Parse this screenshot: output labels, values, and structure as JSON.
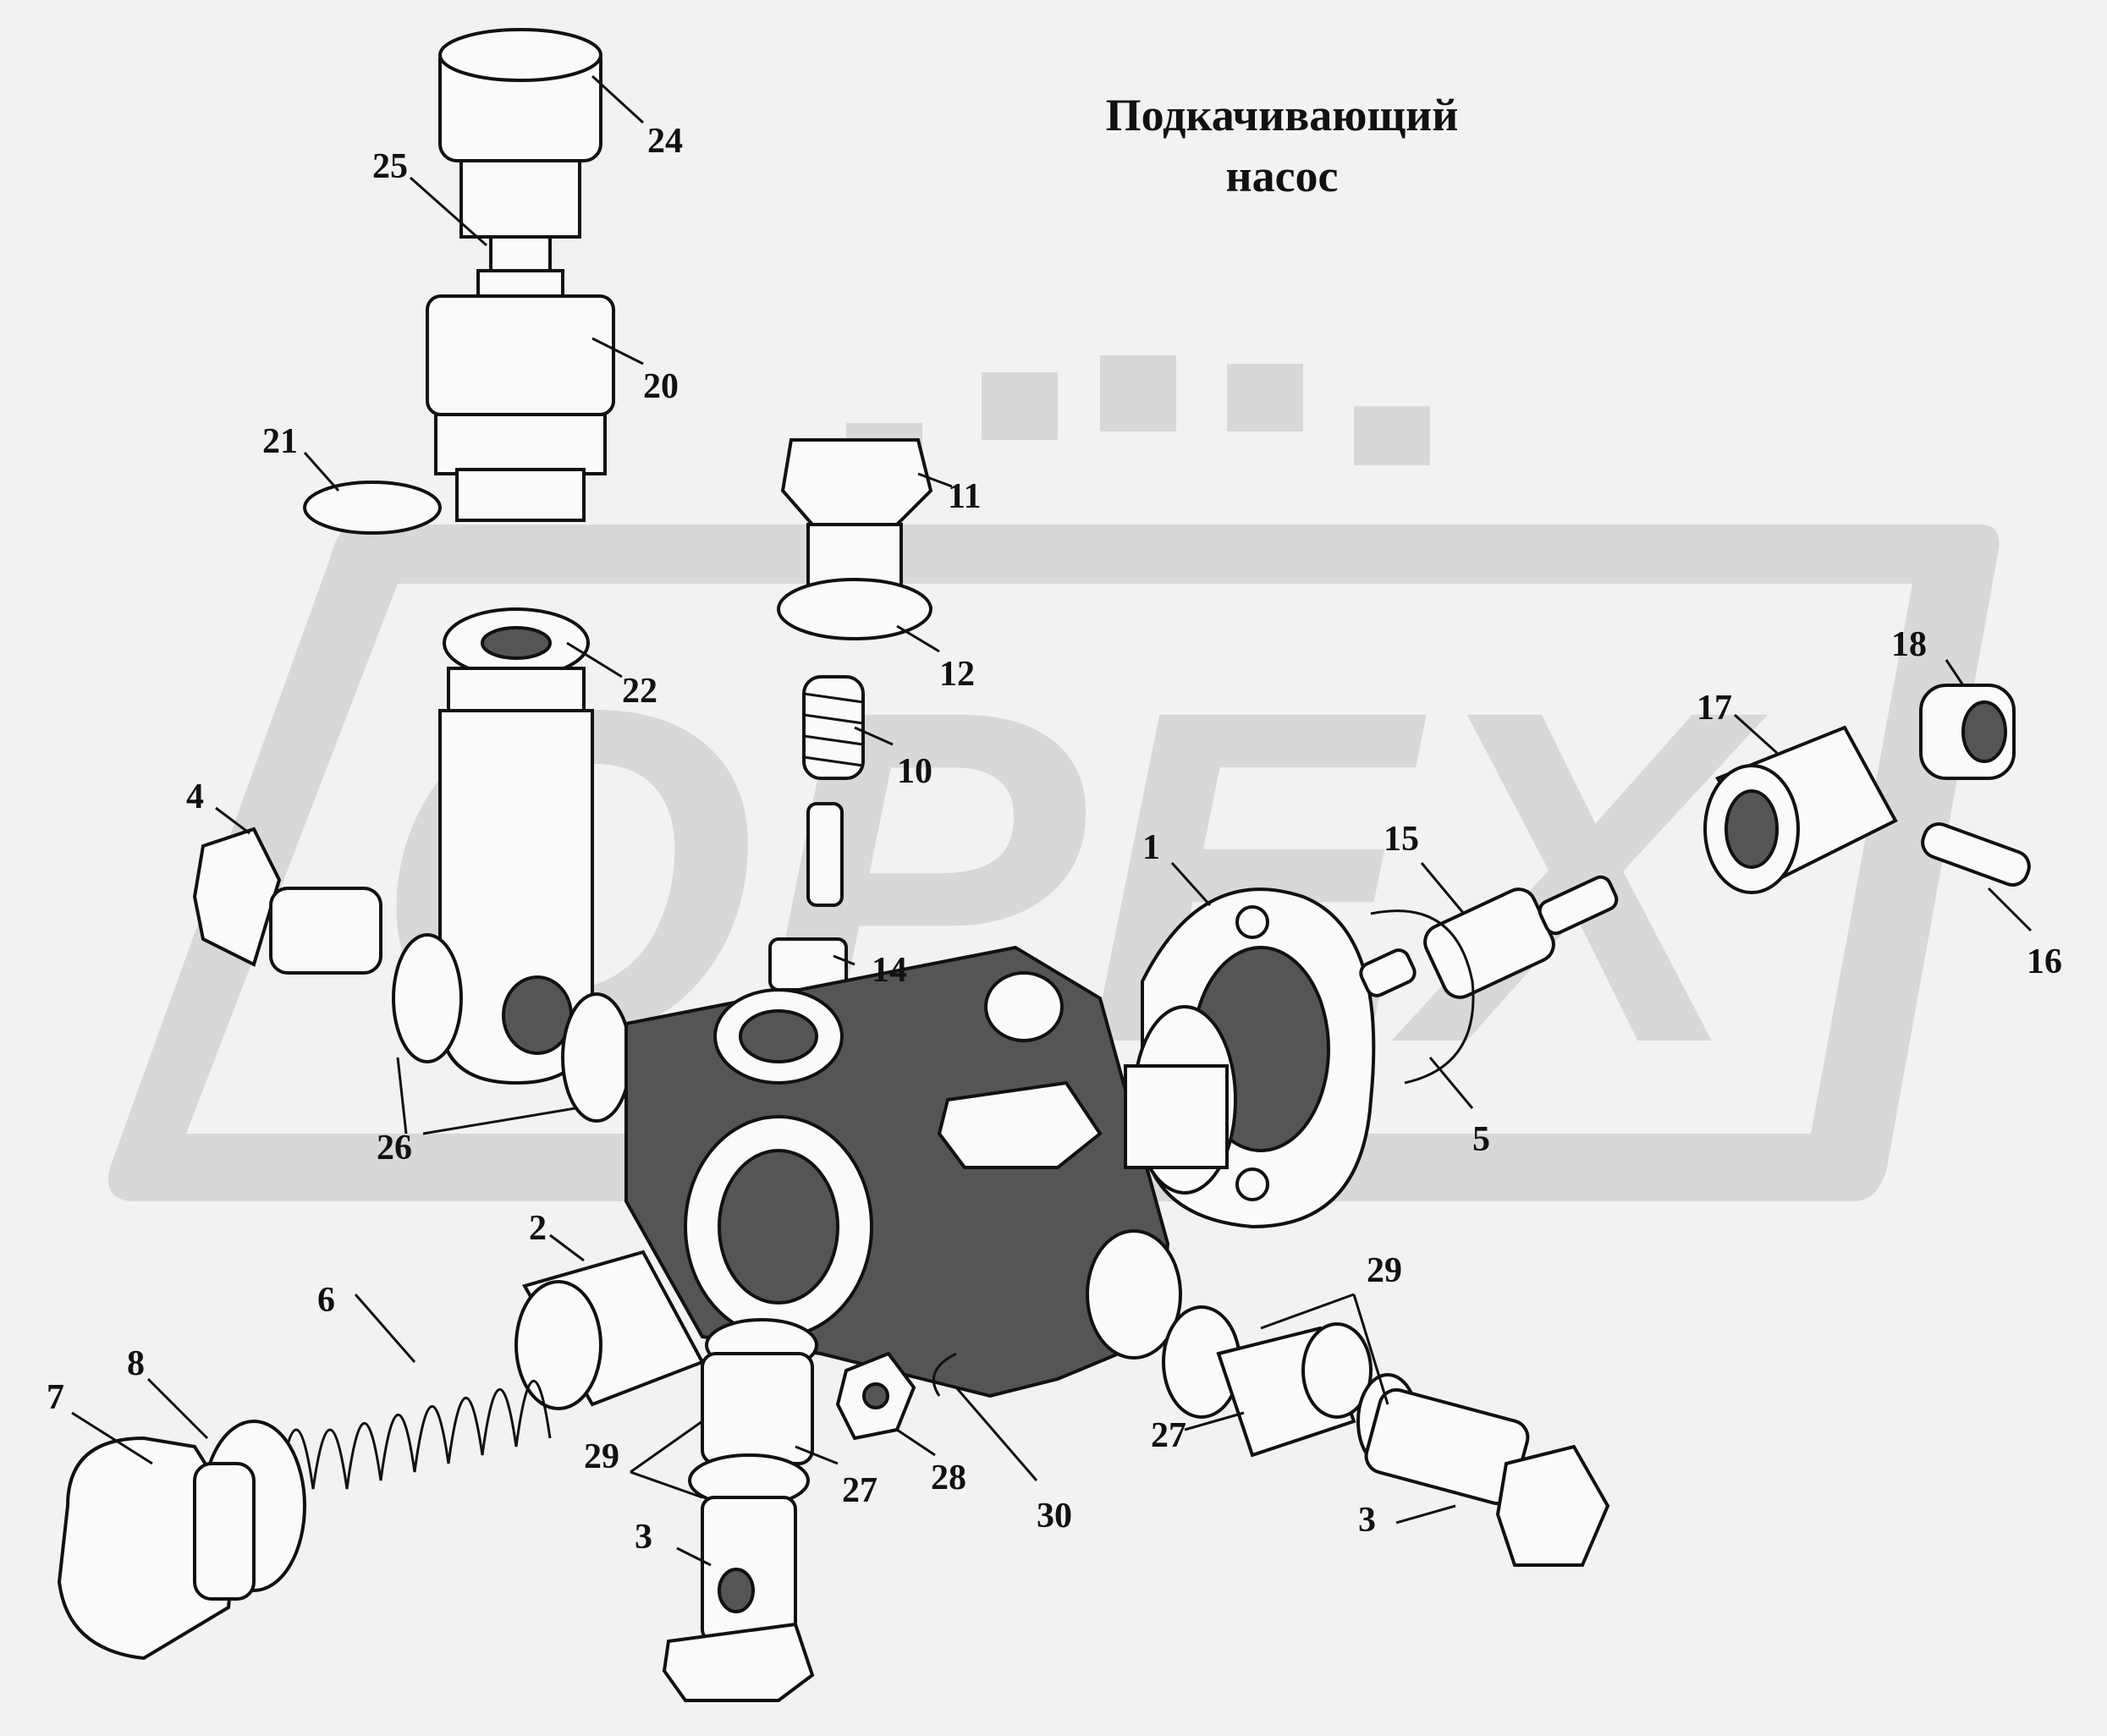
{
  "title": {
    "line1": "Подкачивающий",
    "line2": "насос"
  },
  "watermark": {
    "text": "ОРЕХ",
    "color": "#d8d8d6"
  },
  "parts": [
    {
      "id": "24"
    },
    {
      "id": "25"
    },
    {
      "id": "20"
    },
    {
      "id": "21"
    },
    {
      "id": "11"
    },
    {
      "id": "12"
    },
    {
      "id": "22"
    },
    {
      "id": "10"
    },
    {
      "id": "18"
    },
    {
      "id": "17"
    },
    {
      "id": "4"
    },
    {
      "id": "1"
    },
    {
      "id": "15"
    },
    {
      "id": "16"
    },
    {
      "id": "14"
    },
    {
      "id": "5"
    },
    {
      "id": "26"
    },
    {
      "id": "2"
    },
    {
      "id": "29a"
    },
    {
      "id": "6"
    },
    {
      "id": "7"
    },
    {
      "id": "8"
    },
    {
      "id": "29b"
    },
    {
      "id": "27a"
    },
    {
      "id": "28"
    },
    {
      "id": "27b"
    },
    {
      "id": "30"
    },
    {
      "id": "3a"
    },
    {
      "id": "3b"
    }
  ],
  "labels": {
    "l24": "24",
    "l25": "25",
    "l20": "20",
    "l21": "21",
    "l11": "11",
    "l12": "12",
    "l22": "22",
    "l10": "10",
    "l18": "18",
    "l17": "17",
    "l4": "4",
    "l1": "1",
    "l15": "15",
    "l16": "16",
    "l14": "14",
    "l5": "5",
    "l26": "26",
    "l2": "2",
    "l29a": "29",
    "l6": "6",
    "l7": "7",
    "l8": "8",
    "l29b": "29",
    "l27a": "27",
    "l28": "28",
    "l27b": "27",
    "l30": "30",
    "l3a": "3",
    "l3b": "3"
  }
}
